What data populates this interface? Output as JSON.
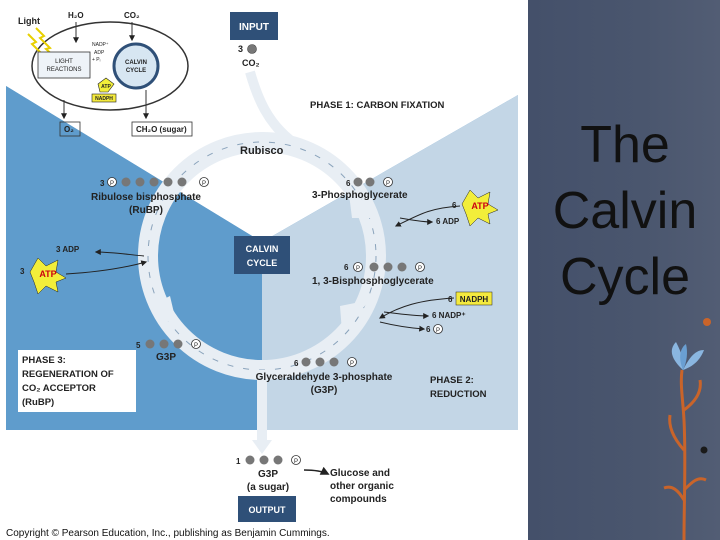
{
  "slide_title": [
    "The",
    "Calvin",
    "Cycle"
  ],
  "copyright": "Copyright © Pearson Education, Inc., publishing as Benjamin Cummings.",
  "inset": {
    "light": "Light",
    "h2o": "H₂O",
    "co2": "CO₂",
    "nadp": "NADP⁺",
    "adp": "ADP",
    "pi": "+ Pᵢ",
    "light_reactions": [
      "LIGHT",
      "REACTIONS"
    ],
    "calvin_cycle": [
      "CALVIN",
      "CYCLE"
    ],
    "atp": "ATP",
    "nadph": "NADPH",
    "o2": "O₂",
    "sugar": "CH₂O (sugar)"
  },
  "input": {
    "label": "INPUT",
    "count": "3",
    "molecule": "CO₂"
  },
  "phase1": {
    "label": "PHASE 1: CARBON FIXATION"
  },
  "phase2": {
    "label": [
      "PHASE 2:",
      "REDUCTION"
    ]
  },
  "phase3": {
    "label": [
      "PHASE 3:",
      "REGENERATION OF",
      "CO₂ ACCEPTOR",
      "(RuBP)"
    ]
  },
  "center": [
    "CALVIN",
    "CYCLE"
  ],
  "rubisco": "Rubisco",
  "rubp": {
    "count": "3",
    "name": "Ribulose bisphosphate",
    "abbr": "(RuBP)",
    "p": "P"
  },
  "pga": {
    "count": "6",
    "name": "3-Phosphoglycerate",
    "p": "P"
  },
  "atp_in_right": {
    "count": "6",
    "label": "ATP"
  },
  "adp_out_right": "6 ADP",
  "bpg": {
    "count": "6",
    "name": "1, 3-Bisphosphoglycerate",
    "p": "P"
  },
  "nadph_in": {
    "count": "6",
    "label": "NADPH"
  },
  "nadp_out": "6 NADP⁺",
  "pi_out": {
    "count": "6",
    "p": "P"
  },
  "g3p_six": {
    "count": "6",
    "name": "Glyceraldehyde 3-phosphate",
    "abbr": "(G3P)",
    "p": "P"
  },
  "g3p_five": {
    "count": "5",
    "abbr": "G3P",
    "p": "P"
  },
  "adp_left": "3 ADP",
  "atp_left": {
    "count": "3",
    "label": "ATP"
  },
  "output": {
    "count": "1",
    "name": "G3P",
    "sub": "(a sugar)",
    "p": "P",
    "label": "OUTPUT"
  },
  "glucose": [
    "Glucose and",
    "other organic",
    "compounds"
  ],
  "colors": {
    "panel_left": "#5f9ccc",
    "panel_right": "#c3d6e6",
    "panel_top": "#ffffff",
    "navy": "#2f5078",
    "atp": "#f2ee3a",
    "nadph": "#f4ea3e",
    "sidebar": "#4a566e"
  }
}
